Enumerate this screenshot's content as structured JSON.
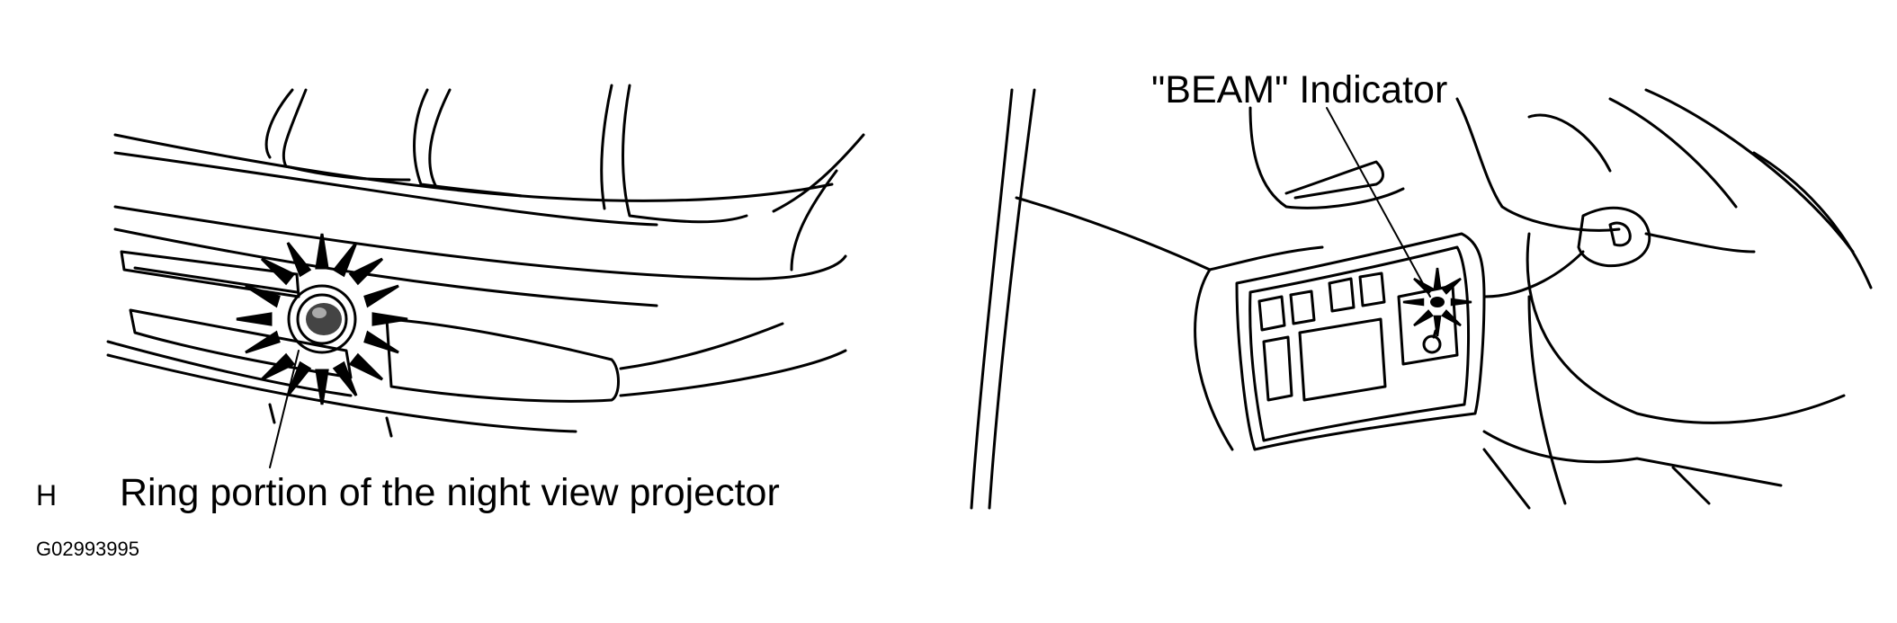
{
  "panel_code": "H",
  "figure_code": "G02993995",
  "left_panel": {
    "caption": "Ring portion of the night view projector",
    "illustration": "vehicle-front-bumper-projector"
  },
  "right_panel": {
    "caption": "\"BEAM\" Indicator",
    "illustration": "instrument-panel-switch-cluster"
  }
}
